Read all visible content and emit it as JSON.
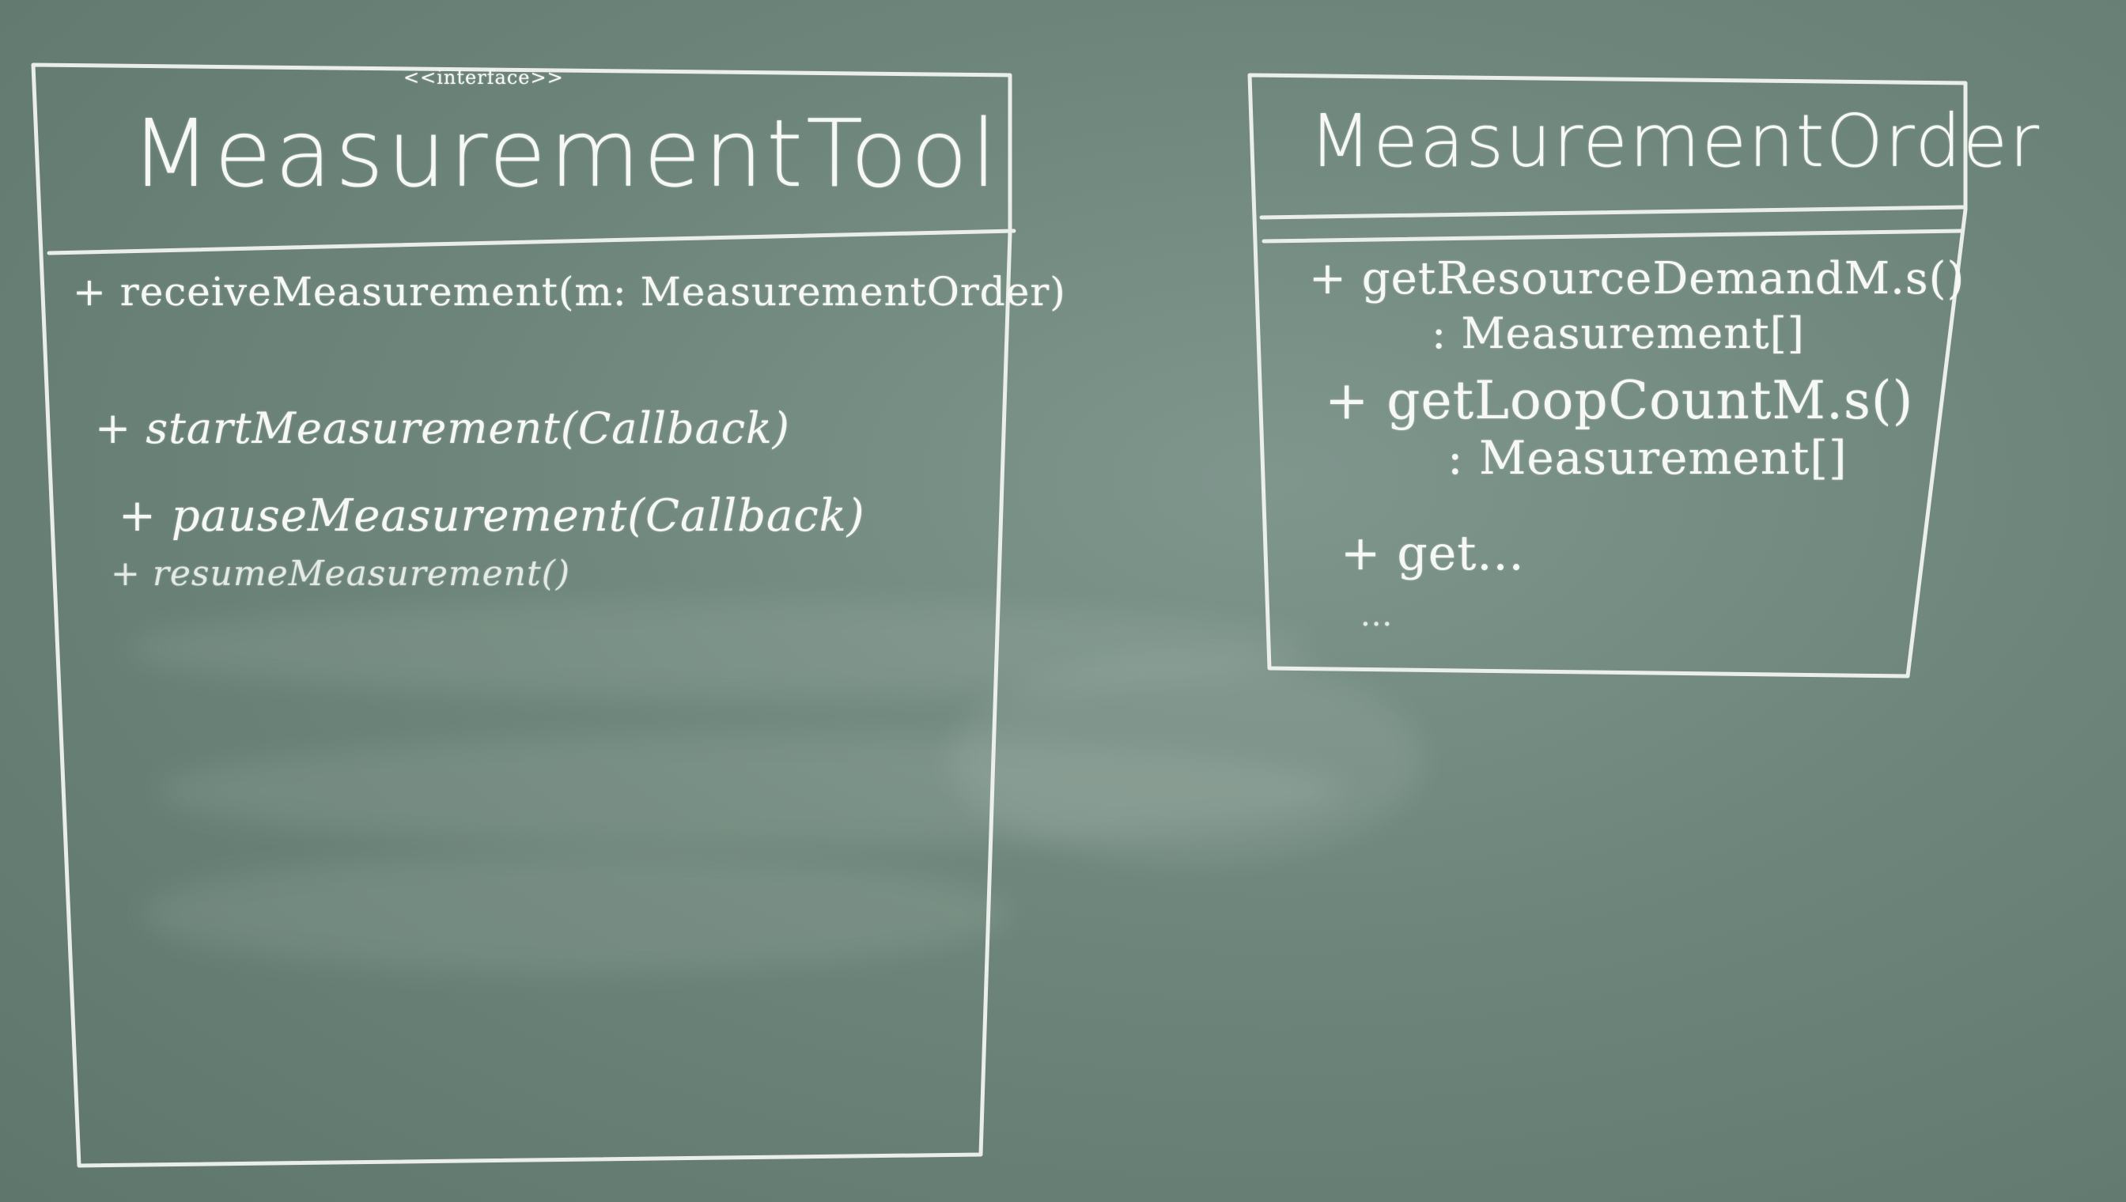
{
  "left_box": {
    "stereotype": "<<interface>>",
    "title": "MeasurementTool",
    "methods": [
      "+ receiveMeasurement(m: MeasurementOrder)",
      "+ startMeasurement(Callback)",
      "+ pauseMeasurement(Callback)",
      "+ resumeMeasurement()"
    ]
  },
  "right_box": {
    "title": "MeasurementOrder",
    "methods": [
      "+ getResourceDemandM.s()",
      ": Measurement[]",
      "+ getLoopCountM.s()",
      ": Measurement[]",
      "+ get...",
      "..."
    ]
  },
  "colors": {
    "board": "#6d857b",
    "chalk": "#f3f6f2"
  }
}
